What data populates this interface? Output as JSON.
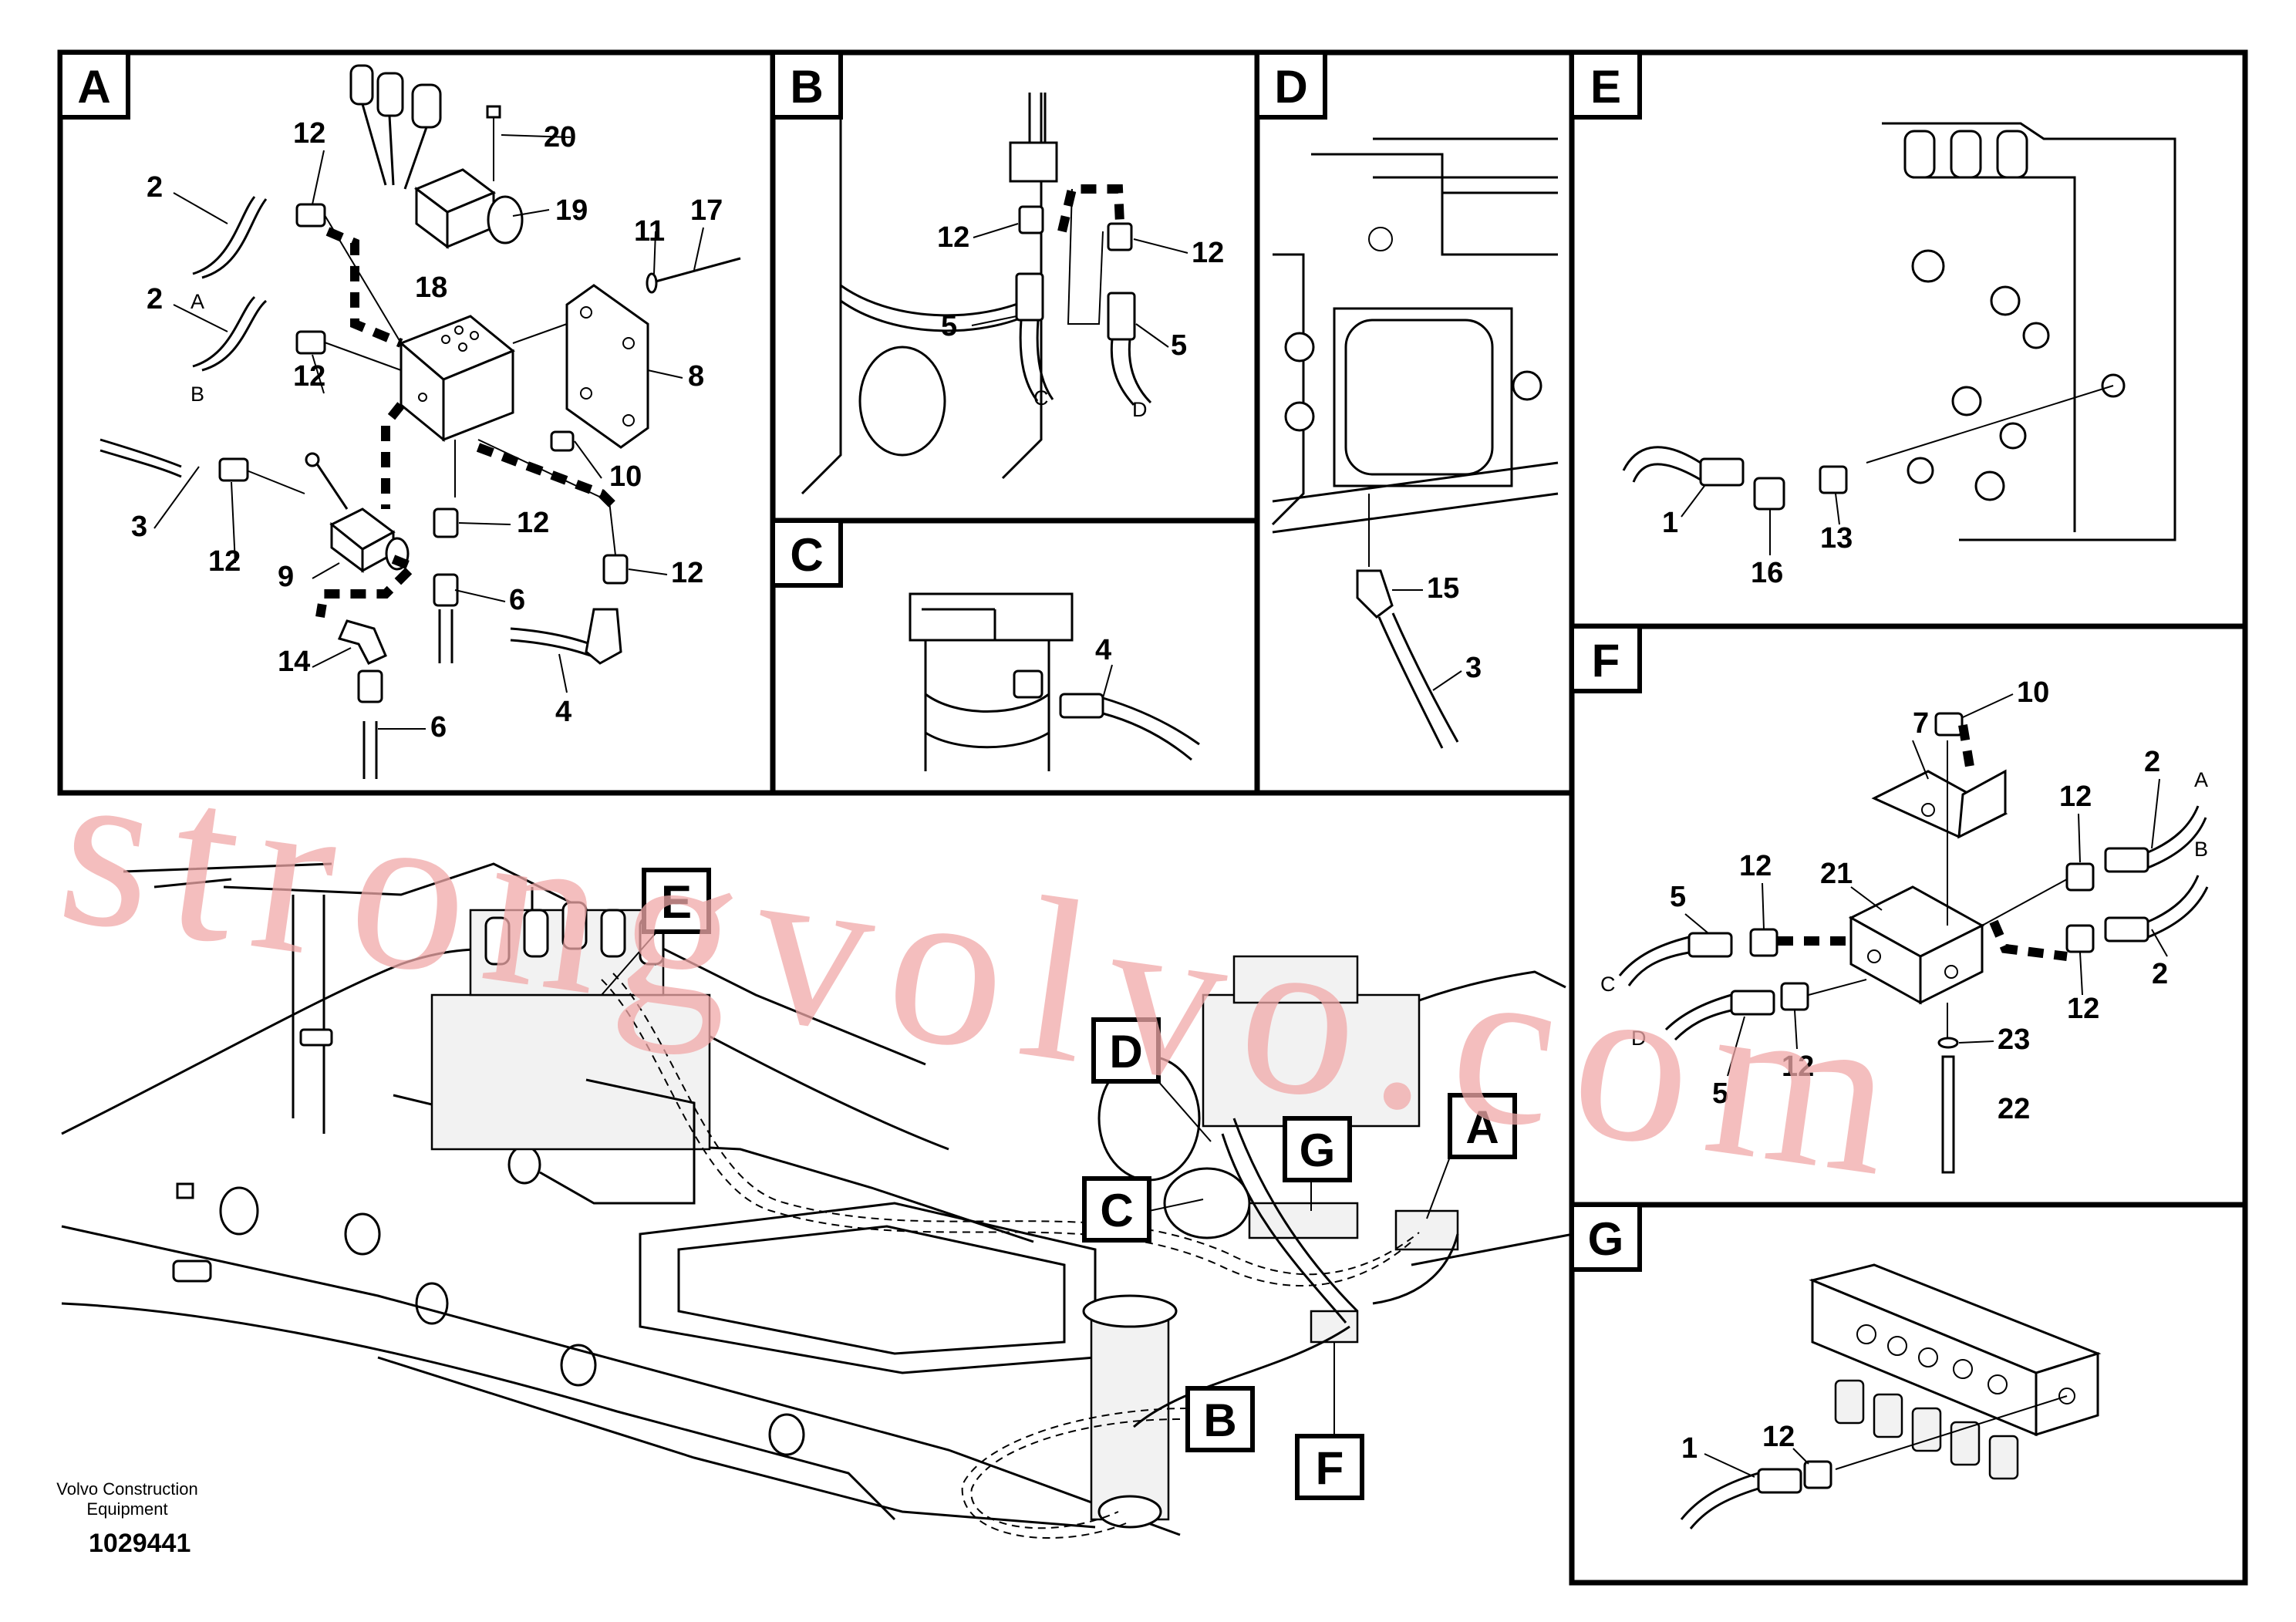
{
  "panels": {
    "A": {
      "tag": "A",
      "labels": {
        "n2a": "2",
        "n2b": "2",
        "n3": "3",
        "n4": "4",
        "n6a": "6",
        "n6b": "6",
        "n8": "8",
        "n9": "9",
        "n10": "10",
        "n11": "11",
        "n12a": "12",
        "n12b": "12",
        "n12c": "12",
        "n12d": "12",
        "n12e": "12",
        "n14": "14",
        "n17": "17",
        "n18": "18",
        "n19": "19",
        "n20": "20",
        "la": "A",
        "lb": "B"
      }
    },
    "B": {
      "tag": "B",
      "labels": {
        "n12a": "12",
        "n12b": "12",
        "n5a": "5",
        "n5b": "5",
        "lc": "C",
        "ld": "D"
      }
    },
    "C": {
      "tag": "C",
      "labels": {
        "n4": "4"
      }
    },
    "D": {
      "tag": "D",
      "labels": {
        "n15": "15",
        "n3": "3"
      }
    },
    "E": {
      "tag": "E",
      "labels": {
        "n1": "1",
        "n16": "16",
        "n13": "13"
      }
    },
    "F": {
      "tag": "F",
      "labels": {
        "n7": "7",
        "n10": "10",
        "n12a": "12",
        "n12b": "12",
        "n12c": "12",
        "n12d": "12",
        "n2a": "2",
        "n2b": "2",
        "n5a": "5",
        "n5b": "5",
        "n21": "21",
        "n23": "23",
        "n22": "22",
        "la": "A",
        "lb": "B",
        "lc": "C",
        "ld": "D"
      }
    },
    "G": {
      "tag": "G",
      "labels": {
        "n12": "12",
        "n1": "1"
      }
    }
  },
  "overview": {
    "tags": {
      "A": "A",
      "B": "B",
      "C": "C",
      "D": "D",
      "E": "E",
      "F": "F",
      "G": "G"
    }
  },
  "watermark": "strongvolvo.com",
  "credit_line1": "Volvo Construction",
  "credit_line2": "Equipment",
  "document_number": "1029441",
  "colors": {
    "watermark": "#f1a9a9",
    "ink": "#000000"
  }
}
